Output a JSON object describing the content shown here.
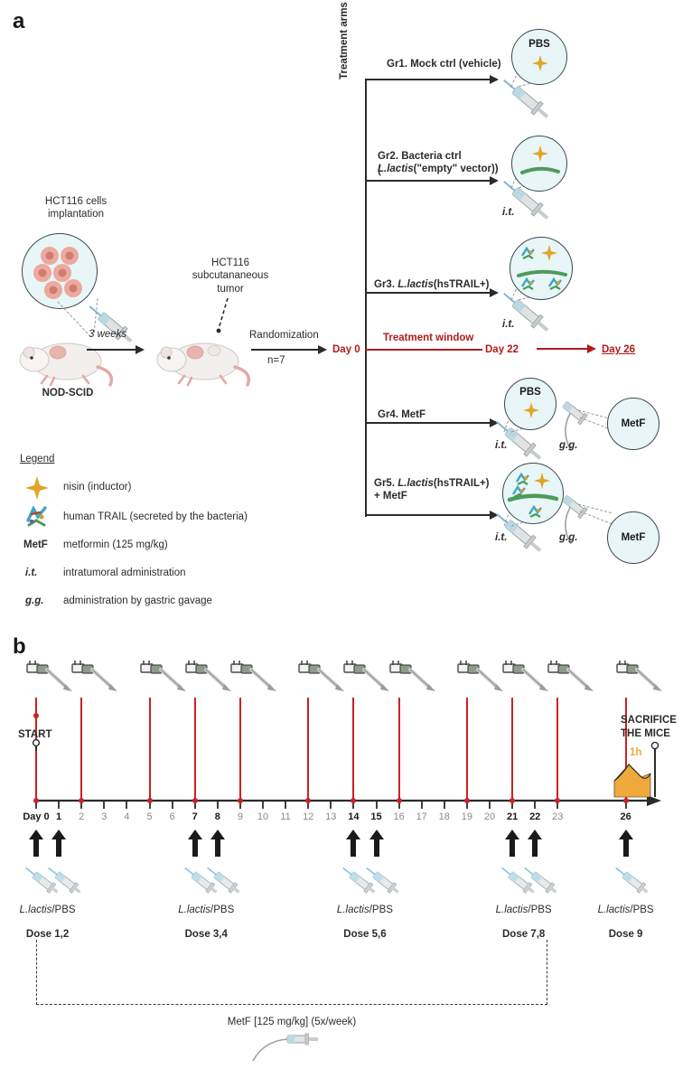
{
  "panels": {
    "a_letter": "a",
    "b_letter": "b"
  },
  "panel_a": {
    "implantation_label_l1": "HCT116 cells",
    "implantation_label_l2": "implantation",
    "mouse_strain": "NOD-SCID",
    "three_weeks": "3 weeks",
    "tumor_label_l1": "HCT116",
    "tumor_label_l2": "subcutananeous",
    "tumor_label_l3": "tumor",
    "randomization": "Randomization",
    "n_label": "n=7",
    "day0": "Day 0",
    "treatment_arms_axis": "Treatment arms",
    "treatment_window": "Treatment window",
    "day22": "Day 22",
    "day26": "Day 26",
    "groups": [
      {
        "id": "gr1",
        "label_l1": "Gr1. Mock ctrl (vehicle)",
        "label_l2": "",
        "bubble": "PBS",
        "route_it": "",
        "route_gg": ""
      },
      {
        "id": "gr2",
        "label_l1": "Gr2. Bacteria ctrl",
        "label_l2": "(L.lactis(\"empty\" vector))",
        "bubble": "",
        "route_it": "i.t.",
        "route_gg": ""
      },
      {
        "id": "gr3",
        "label_l1": "Gr3. L.lactis(hsTRAIL+)",
        "label_l2": "",
        "bubble": "",
        "route_it": "i.t.",
        "route_gg": ""
      },
      {
        "id": "gr4",
        "label_l1": "Gr4. MetF",
        "label_l2": "",
        "bubble": "PBS",
        "route_it": "i.t.",
        "route_gg": "g.g.",
        "bubble2": "MetF"
      },
      {
        "id": "gr5",
        "label_l1": "Gr5. L.lactis(hsTRAIL+)",
        "label_l2": "+ MetF",
        "bubble": "",
        "route_it": "i.t.",
        "route_gg": "g.g.",
        "bubble2": "MetF"
      }
    ],
    "legend": {
      "title": "Legend",
      "items": [
        {
          "key": "nisin-star",
          "symbol": "",
          "text": "nisin (inductor)"
        },
        {
          "key": "trail-protein",
          "symbol": "",
          "text": "human TRAIL (secreted by the bacteria)"
        },
        {
          "key": "metf",
          "symbol": "MetF",
          "text": "metformin (125 mg/kg)"
        },
        {
          "key": "it",
          "symbol": "i.t.",
          "text": "intratumoral administration"
        },
        {
          "key": "gg",
          "symbol": "g.g.",
          "text": "administration by gastric gavage"
        }
      ]
    }
  },
  "panel_b": {
    "start_label": "START",
    "day_axis_prefix": "Day 0",
    "sacrifice_l1": "SACRIFICE",
    "sacrifice_l2": "THE MICE",
    "one_hour": "1h",
    "metf_bottom_label": "MetF [125 mg/kg] (5x/week)",
    "axis_days": [
      {
        "n": 0,
        "label": "Day 0",
        "bold": true
      },
      {
        "n": 1,
        "label": "1",
        "bold": true
      },
      {
        "n": 2,
        "label": "2",
        "bold": false
      },
      {
        "n": 3,
        "label": "3",
        "bold": false
      },
      {
        "n": 4,
        "label": "4",
        "bold": false
      },
      {
        "n": 5,
        "label": "5",
        "bold": false
      },
      {
        "n": 6,
        "label": "6",
        "bold": false
      },
      {
        "n": 7,
        "label": "7",
        "bold": true
      },
      {
        "n": 8,
        "label": "8",
        "bold": true
      },
      {
        "n": 9,
        "label": "9",
        "bold": false
      },
      {
        "n": 10,
        "label": "10",
        "bold": false
      },
      {
        "n": 11,
        "label": "11",
        "bold": false
      },
      {
        "n": 12,
        "label": "12",
        "bold": false
      },
      {
        "n": 13,
        "label": "13",
        "bold": false
      },
      {
        "n": 14,
        "label": "14",
        "bold": true
      },
      {
        "n": 15,
        "label": "15",
        "bold": true
      },
      {
        "n": 16,
        "label": "16",
        "bold": false
      },
      {
        "n": 17,
        "label": "17",
        "bold": false
      },
      {
        "n": 18,
        "label": "18",
        "bold": false
      },
      {
        "n": 19,
        "label": "19",
        "bold": false
      },
      {
        "n": 20,
        "label": "20",
        "bold": false
      },
      {
        "n": 21,
        "label": "21",
        "bold": true
      },
      {
        "n": 22,
        "label": "22",
        "bold": true
      },
      {
        "n": 23,
        "label": "23",
        "bold": false
      },
      {
        "n": 26,
        "label": "26",
        "bold": true
      }
    ],
    "caliper_days": [
      0,
      2,
      5,
      7,
      9,
      12,
      14,
      16,
      19,
      21,
      23,
      26
    ],
    "dose_groups": [
      {
        "days": [
          0,
          1
        ],
        "drug": "L.lactis",
        "drug_suffix": "/PBS",
        "dose": "Dose 1,2"
      },
      {
        "days": [
          7,
          8
        ],
        "drug": "L.lactis",
        "drug_suffix": "/PBS",
        "dose": "Dose 3,4"
      },
      {
        "days": [
          14,
          15
        ],
        "drug": "L.lactis",
        "drug_suffix": "/PBS",
        "dose": "Dose 5,6"
      },
      {
        "days": [
          21,
          22
        ],
        "drug": "L.lactis",
        "drug_suffix": "/PBS",
        "dose": "Dose 7,8"
      },
      {
        "days": [
          26
        ],
        "drug": "L.lactis",
        "drug_suffix": "/PBS",
        "dose": "Dose 9"
      }
    ]
  },
  "colors": {
    "red_accent": "#b01c1c",
    "red_tick": "#cc2222",
    "bubble_fill": "#e9f6f7",
    "bubble_stroke": "#3b4a4f",
    "nisin_gold": "#e0a528",
    "bacteria_green": "#4c9b5b",
    "orange_block": "#efa93a",
    "dark": "#2b2b2b",
    "gray_text": "#8a8a8a"
  }
}
